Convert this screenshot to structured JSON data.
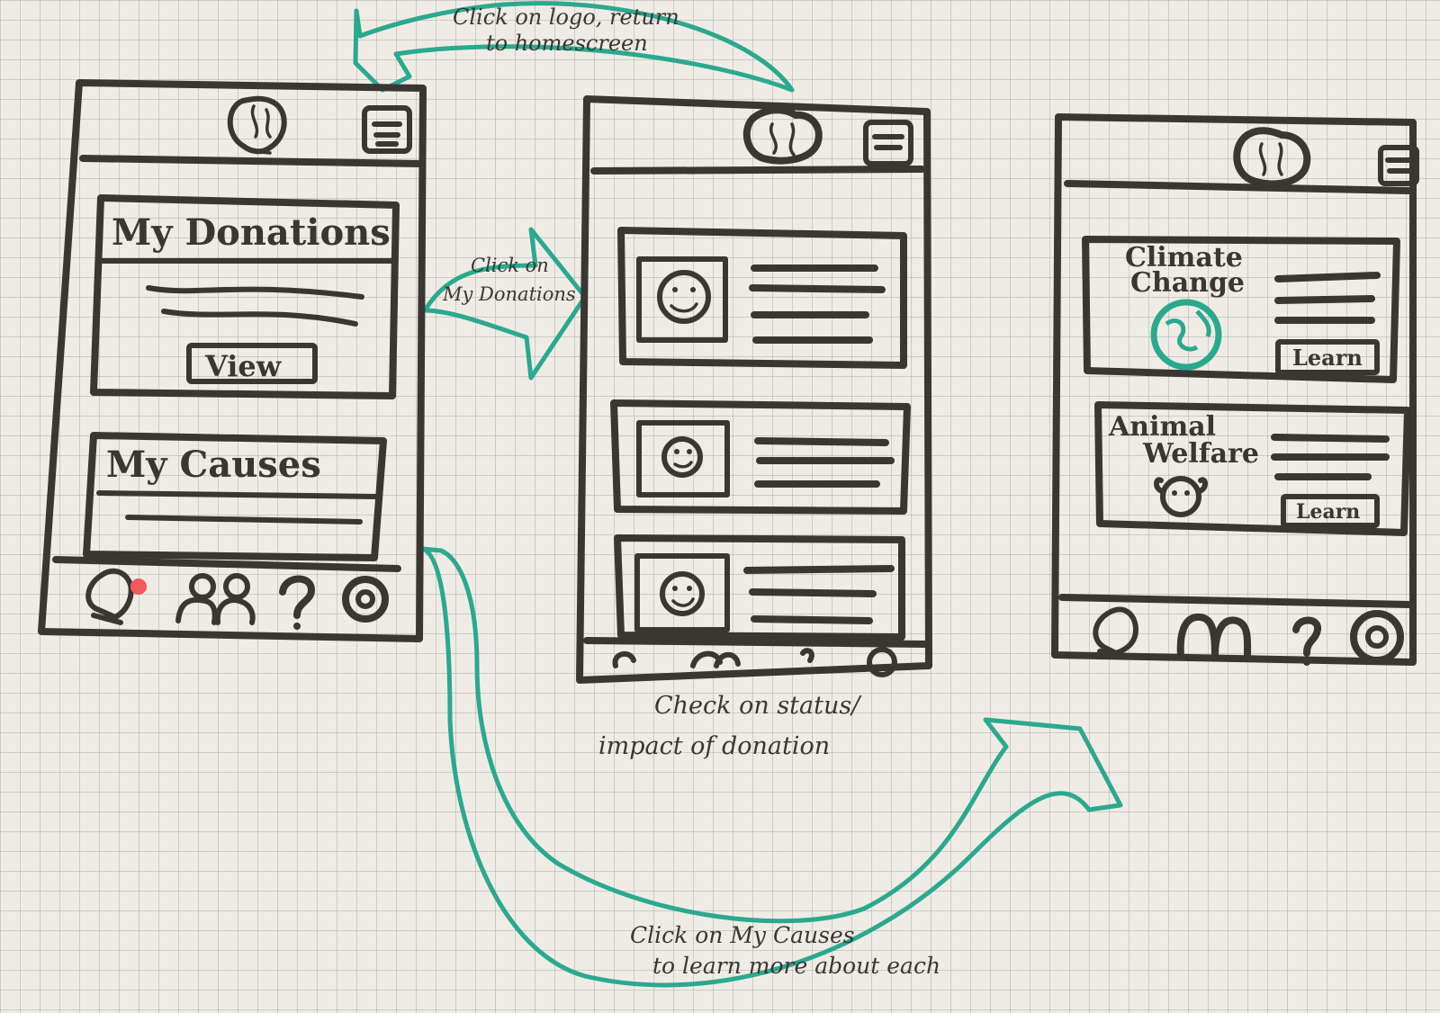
{
  "annotations": {
    "logo": [
      "Click on logo, return",
      "to homescreen"
    ],
    "donations": [
      "Click on",
      "My Donations"
    ],
    "status": [
      "Check on status/",
      "impact of donation"
    ],
    "causes": [
      "Click on My Causes",
      "to learn more about each"
    ]
  },
  "home": {
    "my_donations": "My Donations",
    "view_button": "View",
    "my_causes": "My Causes",
    "nav_icons": [
      "bell-icon",
      "people-icon",
      "help-icon",
      "settings-icon"
    ],
    "notification_dot_color": "#ef5b5b"
  },
  "donations_screen": {
    "cards": [
      "donation-1",
      "donation-2",
      "donation-3"
    ],
    "nav_icons": [
      "bell-icon",
      "people-icon",
      "help-icon",
      "settings-icon"
    ]
  },
  "causes_screen": {
    "causes": [
      {
        "title_line1": "Climate",
        "title_line2": "Change",
        "button": "Learn",
        "icon": "globe-icon"
      },
      {
        "title_line1": "Animal",
        "title_line2": "Welfare",
        "button": "Learn",
        "icon": "dog-icon"
      }
    ],
    "nav_icons": [
      "bell-icon",
      "people-icon",
      "help-icon",
      "settings-icon"
    ]
  },
  "colors": {
    "ink": "#3a3733",
    "arrow": "#2aa98f",
    "notification": "#ef5b5b"
  }
}
